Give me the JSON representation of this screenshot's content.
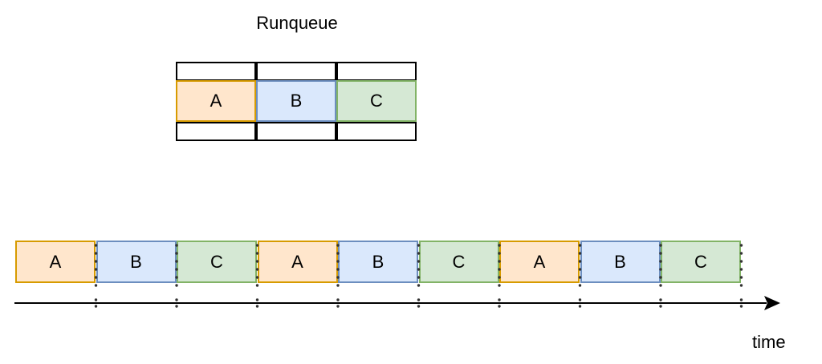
{
  "title": "Runqueue",
  "runqueue": [
    {
      "label": "A",
      "fill": "#ffe6cc",
      "stroke": "#d79b00"
    },
    {
      "label": "B",
      "fill": "#dae8fc",
      "stroke": "#6c8ebf"
    },
    {
      "label": "C",
      "fill": "#d5e8d4",
      "stroke": "#82b366"
    }
  ],
  "timeline": [
    {
      "label": "A",
      "fill": "#ffe6cc",
      "stroke": "#d79b00"
    },
    {
      "label": "B",
      "fill": "#dae8fc",
      "stroke": "#6c8ebf"
    },
    {
      "label": "C",
      "fill": "#d5e8d4",
      "stroke": "#82b366"
    },
    {
      "label": "A",
      "fill": "#ffe6cc",
      "stroke": "#d79b00"
    },
    {
      "label": "B",
      "fill": "#dae8fc",
      "stroke": "#6c8ebf"
    },
    {
      "label": "C",
      "fill": "#d5e8d4",
      "stroke": "#82b366"
    },
    {
      "label": "A",
      "fill": "#ffe6cc",
      "stroke": "#d79b00"
    },
    {
      "label": "B",
      "fill": "#dae8fc",
      "stroke": "#6c8ebf"
    },
    {
      "label": "C",
      "fill": "#d5e8d4",
      "stroke": "#82b366"
    }
  ],
  "axis_label": "time"
}
